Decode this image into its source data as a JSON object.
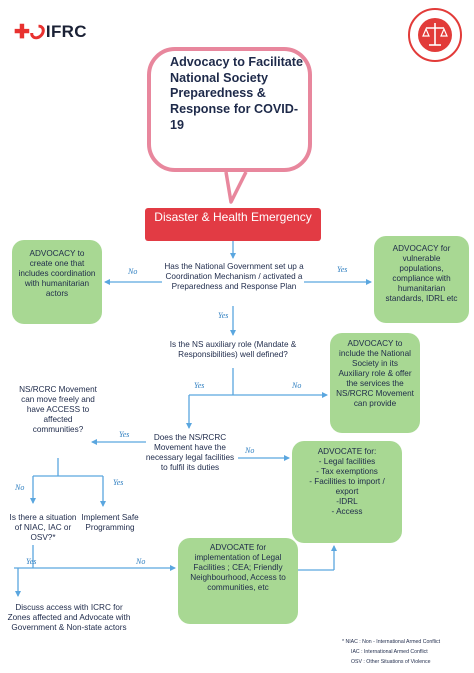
{
  "logo": {
    "text": "IFRC"
  },
  "title": "Advocacy to Facilitate National Society Preparedness & Response for COVID-19",
  "header": "Disaster & Health Emergency",
  "q1": "Has the National Government set up a Coordination Mechanism / activated a Preparedness and Response Plan",
  "advocacy_left": "ADVOCACY to create one that includes coordination with humanitarian actors",
  "advocacy_right": "ADVOCACY for vulnerable populations, compliance with humanitarian standards, IDRL etc",
  "q2": "Is the NS auxiliary role (Mandate & Responsibilities) well defined?",
  "advocacy_ns": "ADVOCACY to include the National Society in its Auxiliary role & offer the services the NS/RCRC Movement can provide",
  "q3": "NS/RCRC Movement can move freely and have ACCESS to affected communities?",
  "q4": "Does the NS/RCRC Movement have the necessary legal facilities to fulfil its duties",
  "advocate_legal": {
    "title": "ADVOCATE for:",
    "items": [
      "- Legal facilities",
      "- Tax exemptions",
      "- Facilities to import / export",
      "-IDRL",
      "- Access"
    ]
  },
  "q5": "Is there a situation of NIAC, IAC or OSV?*",
  "safe_programming": "Implement Safe Programming",
  "advocate_impl": "ADVOCATE for implementation of Legal Facilities ; CEA; Friendly Neighbourhood, Access to communities, etc",
  "icrc_text": "Discuss access with ICRC for Zones affected and Advocate with Government & Non-state actors",
  "labels": {
    "yes": "Yes",
    "no": "No"
  },
  "legend": [
    "* NIAC : Non - International Armed Conflict",
    "IAC : International Armed Conflict",
    "OSV : Other Situations of Violence"
  ],
  "colors": {
    "header_red": "#e23b44",
    "green_box": "#a8d893",
    "arrow_blue": "#5aa6df",
    "bubble_pink": "#e8879d",
    "text_navy": "#1e2a4a",
    "logo_red": "#e8312f"
  }
}
